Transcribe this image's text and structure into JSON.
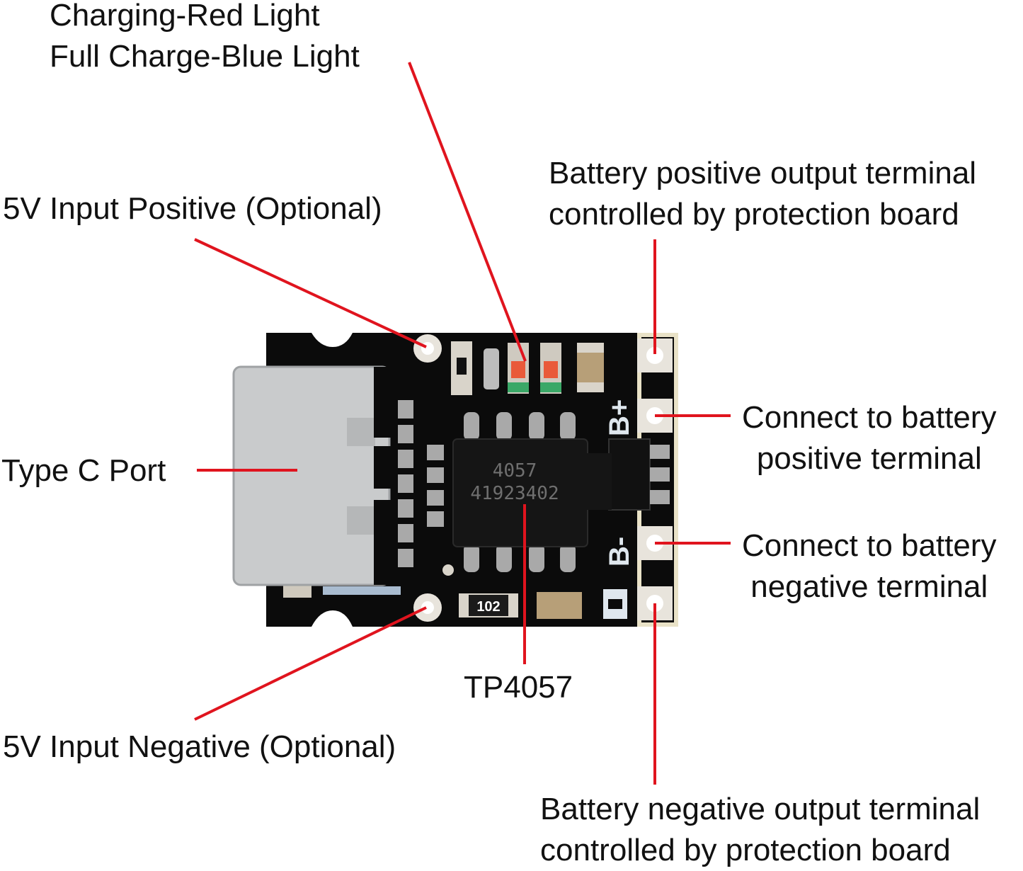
{
  "labels": {
    "led": {
      "line1": "Charging-Red Light",
      "line2": "Full Charge-Blue Light"
    },
    "in_positive": "5V Input Positive (Optional)",
    "type_c": "Type C Port",
    "in_negative": "5V Input Negative (Optional)",
    "chip": "TP4057",
    "out_positive": {
      "line1": "Battery positive output terminal",
      "line2": "controlled by protection board"
    },
    "batt_positive": {
      "line1": "Connect to battery",
      "line2": "positive terminal"
    },
    "batt_negative": {
      "line1": "Connect to battery",
      "line2": "negative terminal"
    },
    "out_negative": {
      "line1": "Battery negative output terminal",
      "line2": "controlled by protection board"
    }
  },
  "board": {
    "chip_marking_1": "4057",
    "chip_marking_2": "41923402",
    "resistor_code": "102",
    "silk_bplus": "B+",
    "silk_bminus": "B-"
  },
  "colors": {
    "leader_line": "#e0141e",
    "pcb": "#0b0b0b",
    "pad": "#e8e4dc"
  }
}
